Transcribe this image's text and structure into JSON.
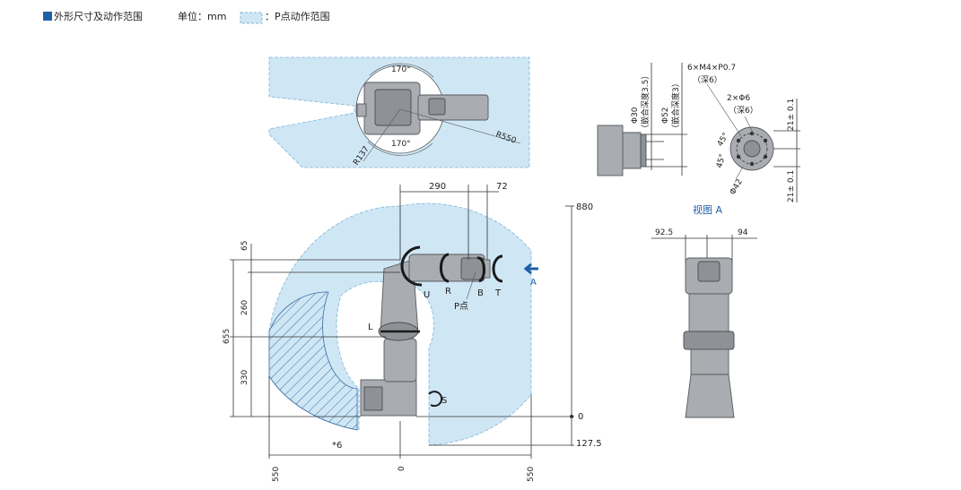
{
  "header": {
    "title": "外形尺寸及动作范围",
    "unit_label": "单位：mm",
    "legend_label": "：P点动作范围",
    "accent": "#1f5fa6",
    "range_fill": "#cfe6f5"
  },
  "top_view": {
    "angle_upper": "170°",
    "angle_lower": "170°",
    "radius_inner": "R137",
    "radius_outer": "R550"
  },
  "side_view": {
    "dim_290": "290",
    "dim_72": "72",
    "dim_880": "880",
    "dim_65": "65",
    "dim_260": "260",
    "dim_655": "655",
    "dim_330": "330",
    "dim_0_right": "0",
    "dim_127_5": "127.5",
    "x_left": "550",
    "x_zero": "0",
    "x_right": "550",
    "axis_u": "U",
    "axis_r": "R",
    "axis_b": "B",
    "axis_t": "T",
    "axis_l": "L",
    "axis_s": "S",
    "p_point": "P点",
    "view_a_arrow": "A",
    "note": "*6"
  },
  "flange_view": {
    "phi30": "Φ30",
    "phi30_note": "（嵌合深度3.5）",
    "phi52": "Φ52",
    "phi52_note": "（嵌合深度3）",
    "screw": "6×M4×P0.7",
    "screw_depth": "（深6）",
    "pin": "2×Φ6",
    "pin_depth": "（深6）",
    "angle_a": "45°",
    "angle_b": "45°",
    "phi42": "Φ42",
    "tol_top": "21± 0.1",
    "tol_bottom": "21± 0.1",
    "caption": "视图 A"
  },
  "rear_view": {
    "dim_left": "92.5",
    "dim_right": "94"
  }
}
